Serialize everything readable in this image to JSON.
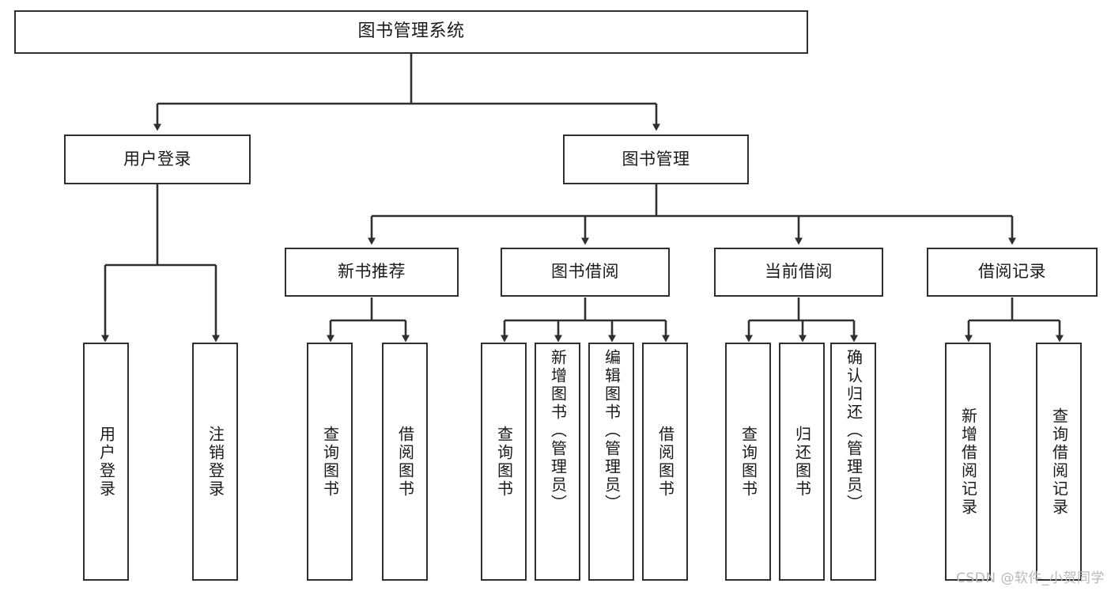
{
  "diagram": {
    "title": "图书管理系统",
    "watermark": "CSDN @软件_小贺同学",
    "colors": {
      "stroke": "#2f2f2f",
      "fill": "#ffffff",
      "text": "#1a1a1a",
      "watermark": "#b9b9b9"
    },
    "levels": {
      "root": {
        "label": "图书管理系统"
      },
      "level2": [
        {
          "label": "用户登录"
        },
        {
          "label": "图书管理"
        }
      ],
      "level3": [
        {
          "label": "新书推荐"
        },
        {
          "label": "图书借阅"
        },
        {
          "label": "当前借阅"
        },
        {
          "label": "借阅记录"
        }
      ],
      "leaves": {
        "user_login": [
          {
            "label": "用户登录"
          },
          {
            "label": "注销登录"
          }
        ],
        "new_book_recommend": [
          {
            "label": "查询图书"
          },
          {
            "label": "借阅图书"
          }
        ],
        "book_borrow": [
          {
            "label": "查询图书"
          },
          {
            "label": "新增图书（管理员）"
          },
          {
            "label": "编辑图书（管理员）"
          },
          {
            "label": "借阅图书"
          }
        ],
        "current_borrow": [
          {
            "label": "查询图书"
          },
          {
            "label": "归还图书"
          },
          {
            "label": "确认归还（管理员）"
          }
        ],
        "borrow_record": [
          {
            "label": "新增借阅记录"
          },
          {
            "label": "查询借阅记录"
          }
        ]
      }
    }
  }
}
